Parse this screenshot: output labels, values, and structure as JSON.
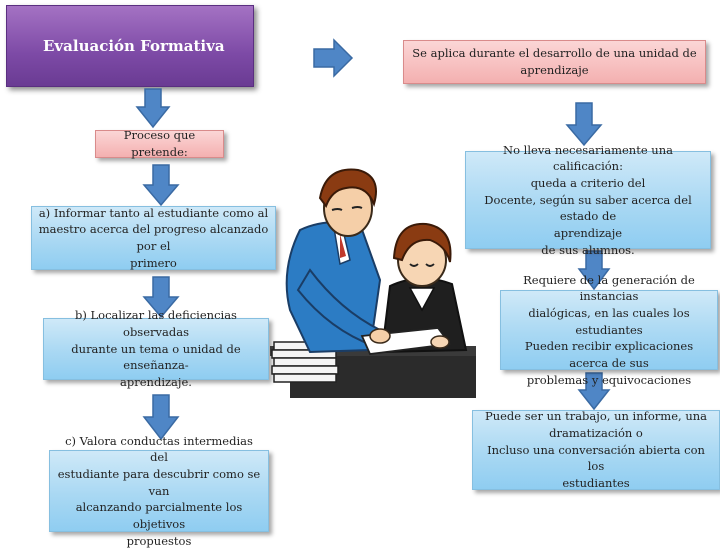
{
  "title": "Evaluación Formativa",
  "right_top": "Se aplica durante el desarrollo de una unidad de aprendizaje",
  "proceso": "Proceso que pretende:",
  "item_a": "a) Informar tanto al estudiante como al\nmaestro acerca del progreso alcanzado por el\nprimero",
  "item_b": "b) Localizar las deficiencias observadas\ndurante un tema o unidad de enseñanza-\naprendizaje.",
  "item_c": "c) Valora conductas intermedias del\nestudiante para descubrir como se van\nalcanzando parcialmente los objetivos\npropuestos",
  "right_1": "No lleva necesariamente una calificación:\nqueda a criterio del\nDocente, según su saber acerca del estado de\naprendizaje\nde sus alumnos.",
  "right_2": "Requiere de la generación de instancias\ndialógicas, en las cuales los estudiantes\nPueden recibir explicaciones acerca de sus\nproblemas y equivocaciones",
  "right_3": "Puede ser un trabajo, un informe, una\ndramatización o\nIncluso una conversación abierta con los\nestudiantes",
  "colors": {
    "title_purple": "#7d4aa6",
    "box_blue": "#a9d8f3",
    "box_pink": "#f4b0b0",
    "arrow_blue": "#4f86c6"
  },
  "icons": [
    "arrow-down-icon",
    "arrow-right-icon",
    "teacher-student-illustration"
  ]
}
